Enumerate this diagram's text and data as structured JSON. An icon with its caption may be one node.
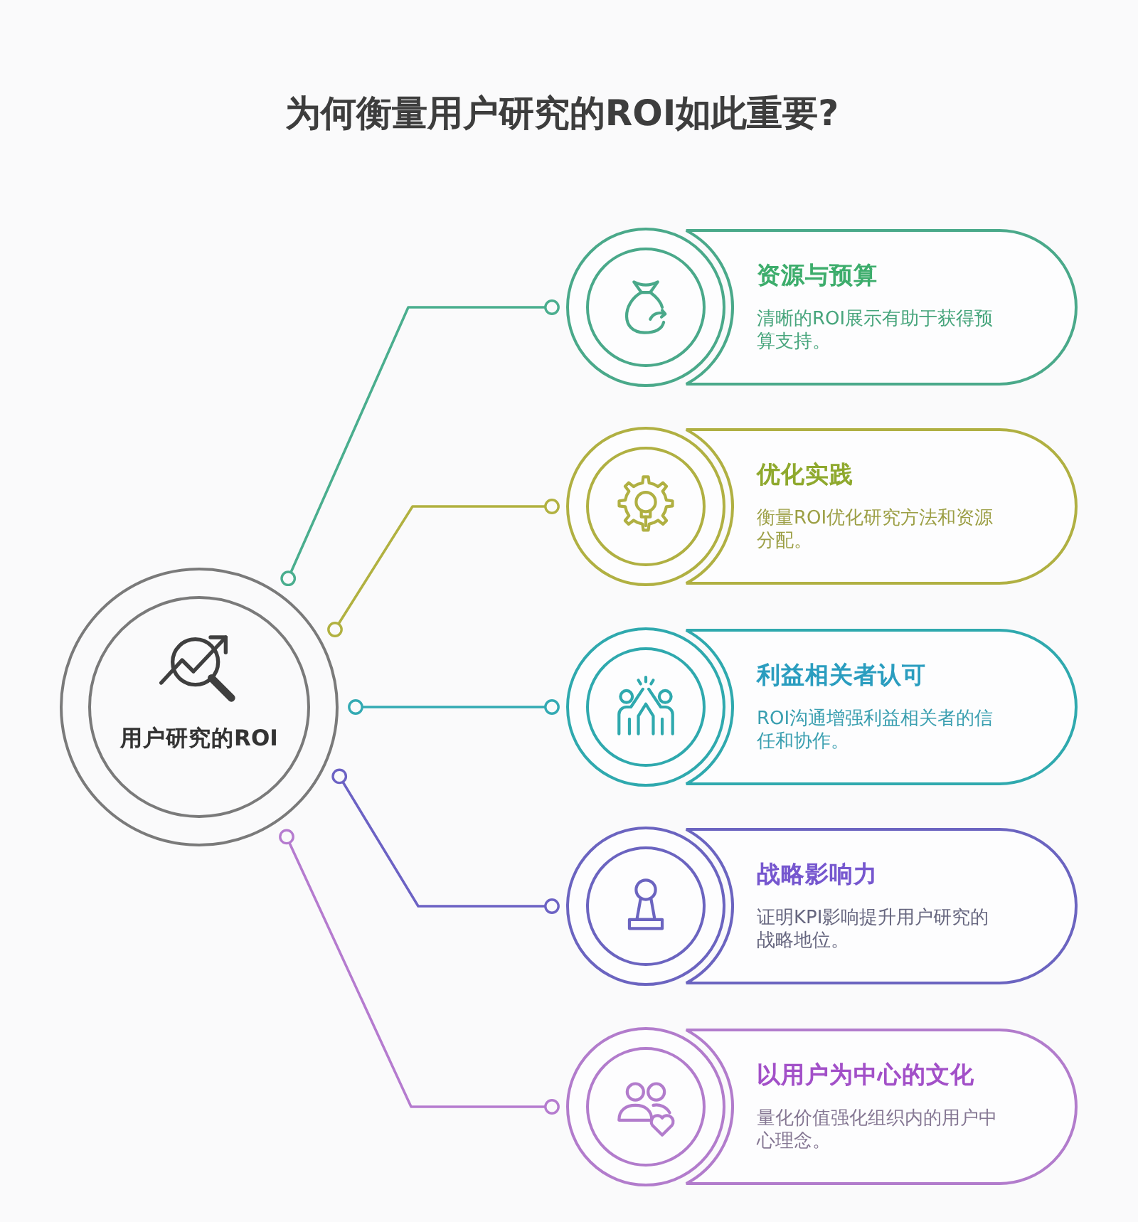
{
  "diagram": {
    "title": "为何衡量用户研究的ROI如此重要?",
    "nodes": [
      {
        "text": [
          "用户研究的ROI"
        ]
      },
      {
        "text": [
          "资源与预算",
          "清晰的ROI展示有助于获得预算支持。"
        ]
      },
      {
        "text": [
          "优化实践",
          "衡量ROI优化研究方法和资源分配。"
        ]
      },
      {
        "text": [
          "利益相关者认可",
          "ROI沟通增强利益相关者的信任和协作。"
        ]
      },
      {
        "text": [
          "战略影响力",
          "证明KPI影响提升用户研究的战略地位。"
        ]
      },
      {
        "text": [
          "以用户为中心的文化",
          "量化价值强化组织内的用户中心理念。"
        ]
      }
    ],
    "edges": [
      {
        "from": 0,
        "to": 1,
        "arrow": "other",
        "color": "#4aae8e"
      },
      {
        "from": 0,
        "to": 2,
        "arrow": "other",
        "color": "#b1b140"
      },
      {
        "from": 0,
        "to": 3,
        "arrow": "other",
        "color": "#33aab3"
      },
      {
        "from": 0,
        "to": 4,
        "arrow": "other",
        "color": "#6c62c4"
      },
      {
        "from": 0,
        "to": 5,
        "arrow": "other",
        "color": "#b57bcf"
      }
    ]
  }
}
